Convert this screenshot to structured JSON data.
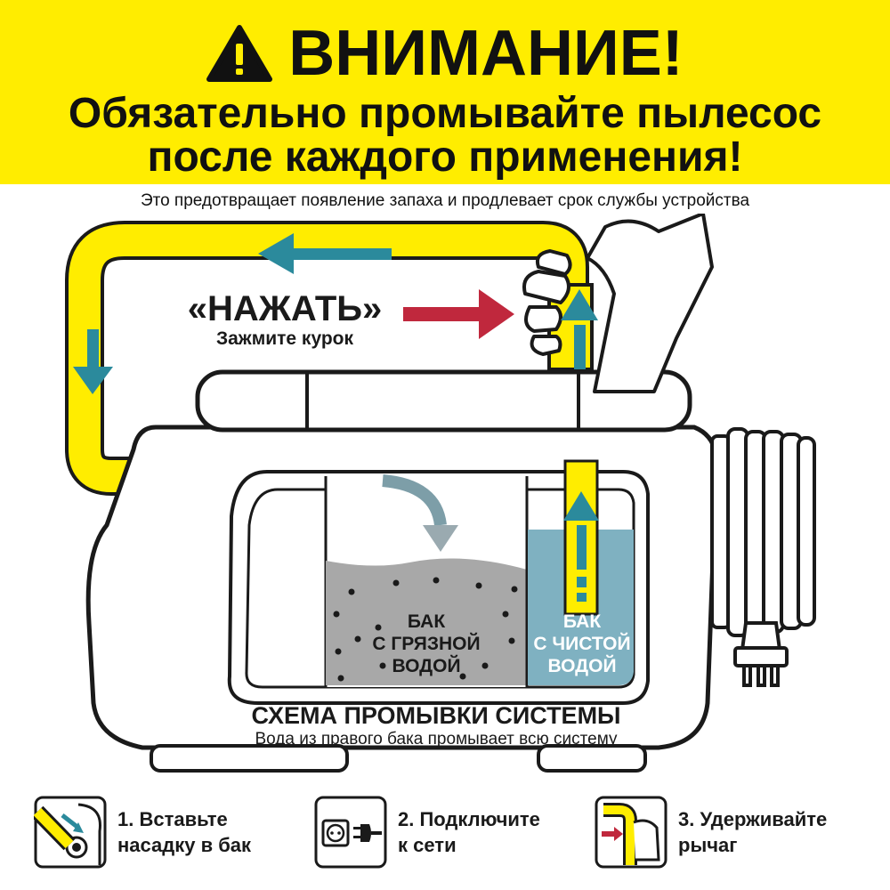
{
  "header": {
    "title": "ВНИМАНИЕ!",
    "line1": "Обязательно промывайте пылесос",
    "line2": "после каждого применения!"
  },
  "note": "Это предотвращает появление запаха и продлевает срок службы устройства",
  "diagram": {
    "press_label": "«НАЖАТЬ»",
    "press_sub": "Зажмите курок",
    "dirty_tank": [
      "БАК",
      "С ГРЯЗНОЙ",
      "ВОДОЙ"
    ],
    "clean_tank": [
      "БАК",
      "С ЧИСТОЙ",
      "ВОДОЙ"
    ],
    "scheme_title": "СХЕМА ПРОМЫВКИ СИСТЕМЫ",
    "scheme_sub": "Вода из правого бака промывает всю систему"
  },
  "steps": [
    {
      "line1": "1. Вставьте",
      "line2": "насадку в бак",
      "icon": "nozzle-icon"
    },
    {
      "line1": "2. Подключите",
      "line2": "к сети",
      "icon": "power-plug-icon"
    },
    {
      "line1": "3. Удерживайте",
      "line2": "рычаг",
      "icon": "trigger-hold-icon"
    }
  ],
  "colors": {
    "yellow": "#ffed00",
    "flow_arrow": "#2b8a9c",
    "press_arrow": "#c0283d",
    "dirty_water": "#a8a8a8",
    "clean_water": "#7fb1c1",
    "outline": "#1a1a1a"
  }
}
